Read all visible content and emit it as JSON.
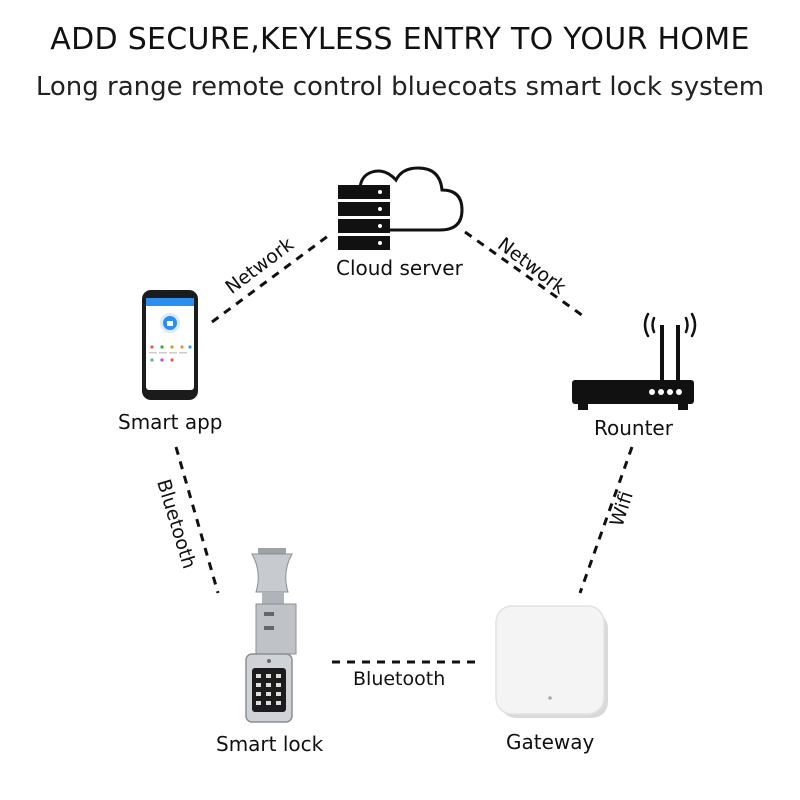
{
  "header": {
    "title": "ADD SECURE,KEYLESS ENTRY TO YOUR HOME",
    "subtitle": "Long range remote control bluecoats smart lock system"
  },
  "nodes": {
    "cloud": {
      "label": "Cloud server",
      "icon": "cloud-server-icon"
    },
    "app": {
      "label": "Smart app",
      "icon": "smartphone-icon"
    },
    "router": {
      "label": "Rounter",
      "icon": "router-icon"
    },
    "lock": {
      "label": "Smart lock",
      "icon": "smart-lock-icon"
    },
    "gateway": {
      "label": "Gateway",
      "icon": "gateway-icon"
    }
  },
  "connections": {
    "app_cloud": "Network",
    "cloud_router": "Network",
    "app_lock": "Bluetooth",
    "router_gateway": "Wifi",
    "lock_gateway": "Bluetooth"
  },
  "colors": {
    "line": "#111111",
    "phone_accent": "#2a8ff0",
    "lock_metal": "#b8bcc0",
    "gateway_body": "#f2f2f2"
  }
}
